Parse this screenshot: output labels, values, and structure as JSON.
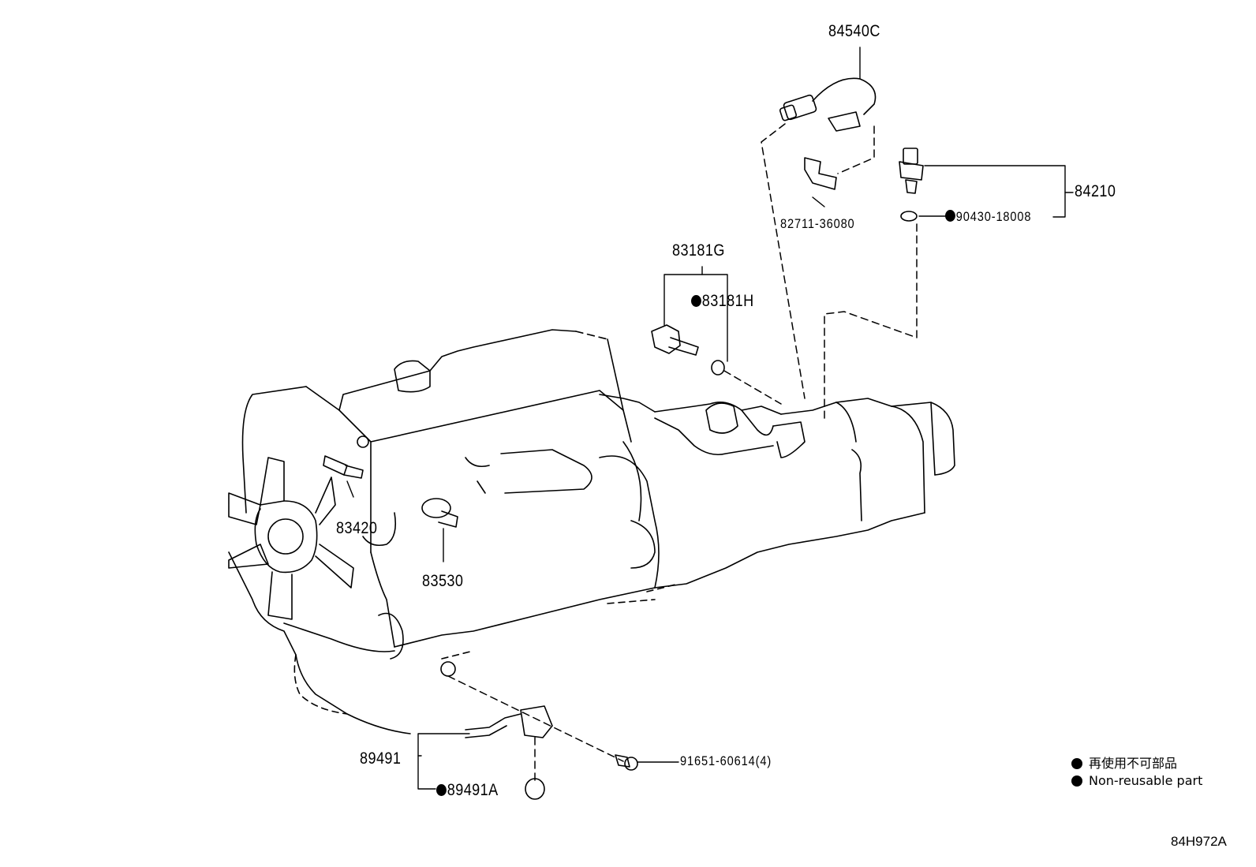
{
  "parts": {
    "p84540C": "84540C",
    "p82711": "82711-36080",
    "p84210": "84210",
    "p90430": "90430-18008",
    "p83181G": "83181G",
    "p83181H": "83181H",
    "p83420": "83420",
    "p83530": "83530",
    "p89491": "89491",
    "p89491A": "89491A",
    "p91651": "91651-60614(4)"
  },
  "legend": {
    "jp": "再使用不可部品",
    "en": "Non-reusable part"
  },
  "diagram_ref": "84H972A"
}
